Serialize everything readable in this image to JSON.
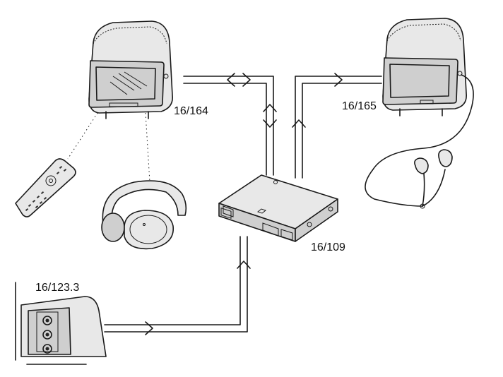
{
  "labels": {
    "monitor_left": "16/164",
    "monitor_right": "16/165",
    "control_unit": "16/109",
    "aux_input": "16/123.3"
  },
  "colors": {
    "line": "#1a1a1a",
    "shade_light": "#e8e8e8",
    "shade_mid": "#cfcfcf",
    "shade_dark": "#9a9a9a"
  }
}
